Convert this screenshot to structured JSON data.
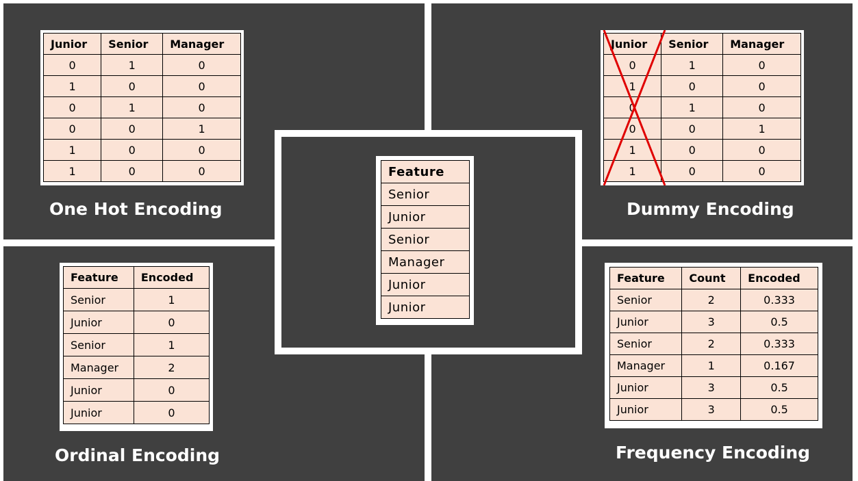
{
  "center": {
    "header": "Feature",
    "rows": [
      "Senior",
      "Junior",
      "Senior",
      "Manager",
      "Junior",
      "Junior"
    ]
  },
  "one_hot": {
    "title": "One Hot Encoding",
    "headers": [
      "Junior",
      "Senior",
      "Manager"
    ],
    "rows": [
      [
        "0",
        "1",
        "0"
      ],
      [
        "1",
        "0",
        "0"
      ],
      [
        "0",
        "1",
        "0"
      ],
      [
        "0",
        "0",
        "1"
      ],
      [
        "1",
        "0",
        "0"
      ],
      [
        "1",
        "0",
        "0"
      ]
    ]
  },
  "dummy": {
    "title": "Dummy Encoding",
    "headers": [
      "Junior",
      "Senior",
      "Manager"
    ],
    "rows": [
      [
        "0",
        "1",
        "0"
      ],
      [
        "1",
        "0",
        "0"
      ],
      [
        "0",
        "1",
        "0"
      ],
      [
        "0",
        "0",
        "1"
      ],
      [
        "1",
        "0",
        "0"
      ],
      [
        "1",
        "0",
        "0"
      ]
    ],
    "strike_color": "#e00000"
  },
  "ordinal": {
    "title": "Ordinal Encoding",
    "headers": [
      "Feature",
      "Encoded"
    ],
    "rows": [
      [
        "Senior",
        "1"
      ],
      [
        "Junior",
        "0"
      ],
      [
        "Senior",
        "1"
      ],
      [
        "Manager",
        "2"
      ],
      [
        "Junior",
        "0"
      ],
      [
        "Junior",
        "0"
      ]
    ]
  },
  "frequency": {
    "title": "Frequency Encoding",
    "headers": [
      "Feature",
      "Count",
      "Encoded"
    ],
    "rows": [
      [
        "Senior",
        "2",
        "0.333"
      ],
      [
        "Junior",
        "3",
        "0.5"
      ],
      [
        "Senior",
        "2",
        "0.333"
      ],
      [
        "Manager",
        "1",
        "0.167"
      ],
      [
        "Junior",
        "3",
        "0.5"
      ],
      [
        "Junior",
        "3",
        "0.5"
      ]
    ]
  },
  "colors": {
    "panel": "#404040",
    "cell": "#fbe3d6",
    "border": "#000000",
    "title": "#ffffff"
  }
}
